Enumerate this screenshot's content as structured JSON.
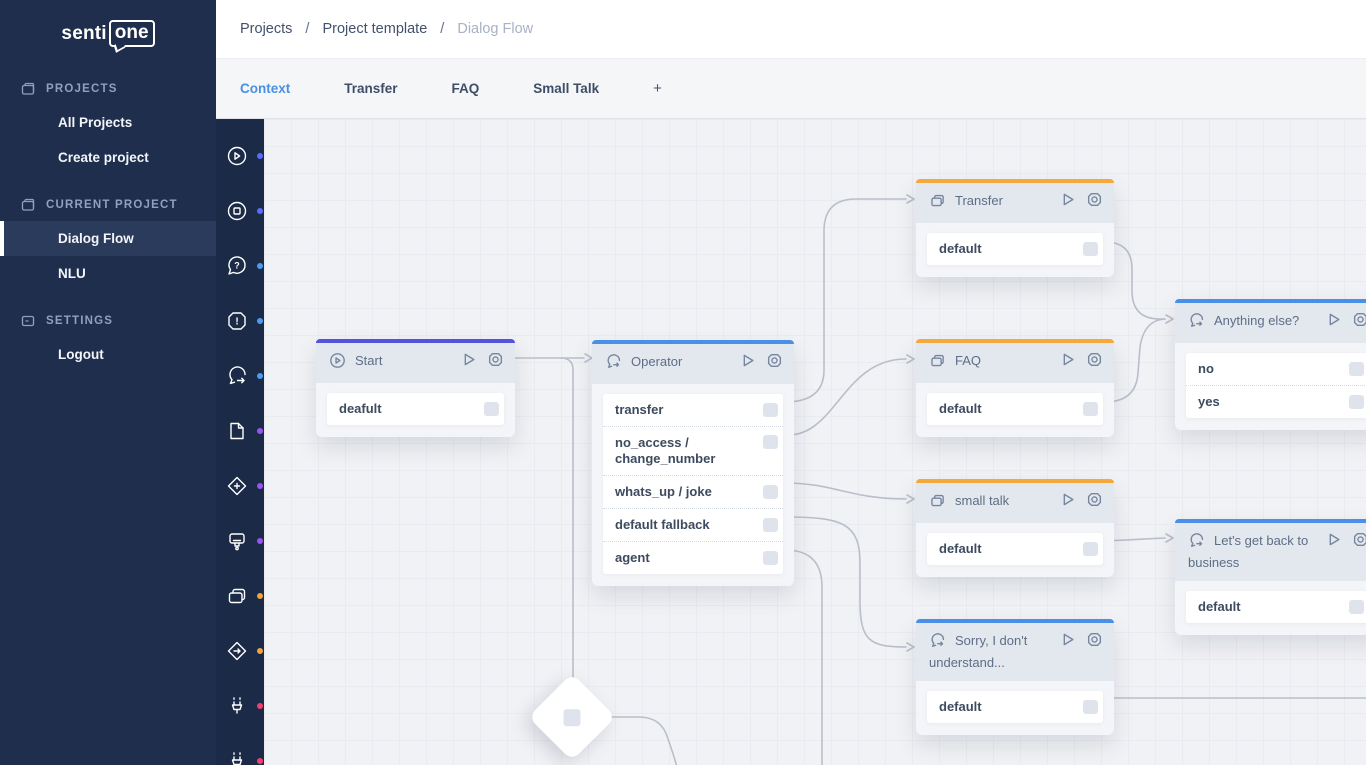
{
  "sidebar": {
    "logo": {
      "prefix": "senti",
      "suffix": "one"
    },
    "sections": [
      {
        "label": "PROJECTS",
        "items": [
          {
            "label": "All Projects"
          },
          {
            "label": "Create project"
          }
        ]
      },
      {
        "label": "CURRENT PROJECT",
        "items": [
          {
            "label": "Dialog Flow",
            "active": true
          },
          {
            "label": "NLU"
          }
        ]
      },
      {
        "label": "SETTINGS",
        "items": [
          {
            "label": "Logout"
          }
        ]
      }
    ]
  },
  "breadcrumb": {
    "items": [
      "Projects",
      "Project template",
      "Dialog Flow"
    ],
    "separator": "/"
  },
  "tabs": {
    "items": [
      {
        "label": "Context",
        "active": true
      },
      {
        "label": "Transfer"
      },
      {
        "label": "FAQ"
      },
      {
        "label": "Small Talk"
      },
      {
        "label": "+"
      }
    ]
  },
  "toolbar": {
    "icons": [
      {
        "name": "play-circle",
        "dot": "#5b6cfa"
      },
      {
        "name": "stop-circle",
        "dot": "#5b6cfa"
      },
      {
        "name": "question-bubble",
        "dot": "#4d9af5"
      },
      {
        "name": "exclamation-hexagon",
        "dot": "#4d9af5"
      },
      {
        "name": "chat-out",
        "dot": "#4d9af5"
      },
      {
        "name": "document",
        "dot": "#9a53f2"
      },
      {
        "name": "diamond-plus",
        "dot": "#9a53f2"
      },
      {
        "name": "terminal-device",
        "dot": "#9a53f2"
      },
      {
        "name": "stacked-cards",
        "dot": "#f2a33c"
      },
      {
        "name": "diamond-arrow",
        "dot": "#f2a33c"
      },
      {
        "name": "plug",
        "dot": "#f23f6d"
      },
      {
        "name": "plug-2",
        "dot": "#f23f6d"
      }
    ]
  },
  "canvas": {
    "colors": {
      "purple": "#5552dd",
      "blue": "#4a90e8",
      "orange": "#f5a93c",
      "wire": "#b9bfca"
    },
    "nodes": [
      {
        "title": "Start",
        "icon": "play-circle",
        "accent": "purple",
        "rows": [
          "deafult"
        ]
      },
      {
        "title": "Operator",
        "icon": "chat-out",
        "accent": "blue",
        "rows": [
          "transfer",
          "no_access / change_number",
          "whats_up / joke",
          "default fallback",
          "agent"
        ]
      },
      {
        "title": "Transfer",
        "icon": "stacked-cards",
        "accent": "orange",
        "rows": [
          "default"
        ]
      },
      {
        "title": "FAQ",
        "icon": "stacked-cards",
        "accent": "orange",
        "rows": [
          "default"
        ]
      },
      {
        "title": "small talk",
        "icon": "stacked-cards",
        "accent": "orange",
        "rows": [
          "default"
        ]
      },
      {
        "title": "Sorry, I don't understand...",
        "icon": "chat-out",
        "accent": "blue",
        "rows": [
          "default"
        ]
      },
      {
        "title": "Anything else?",
        "icon": "chat-out",
        "accent": "blue",
        "rows": [
          "no",
          "yes"
        ]
      },
      {
        "title": "Let's get back to business",
        "icon": "chat-out",
        "accent": "blue",
        "rows": [
          "default"
        ]
      }
    ]
  }
}
